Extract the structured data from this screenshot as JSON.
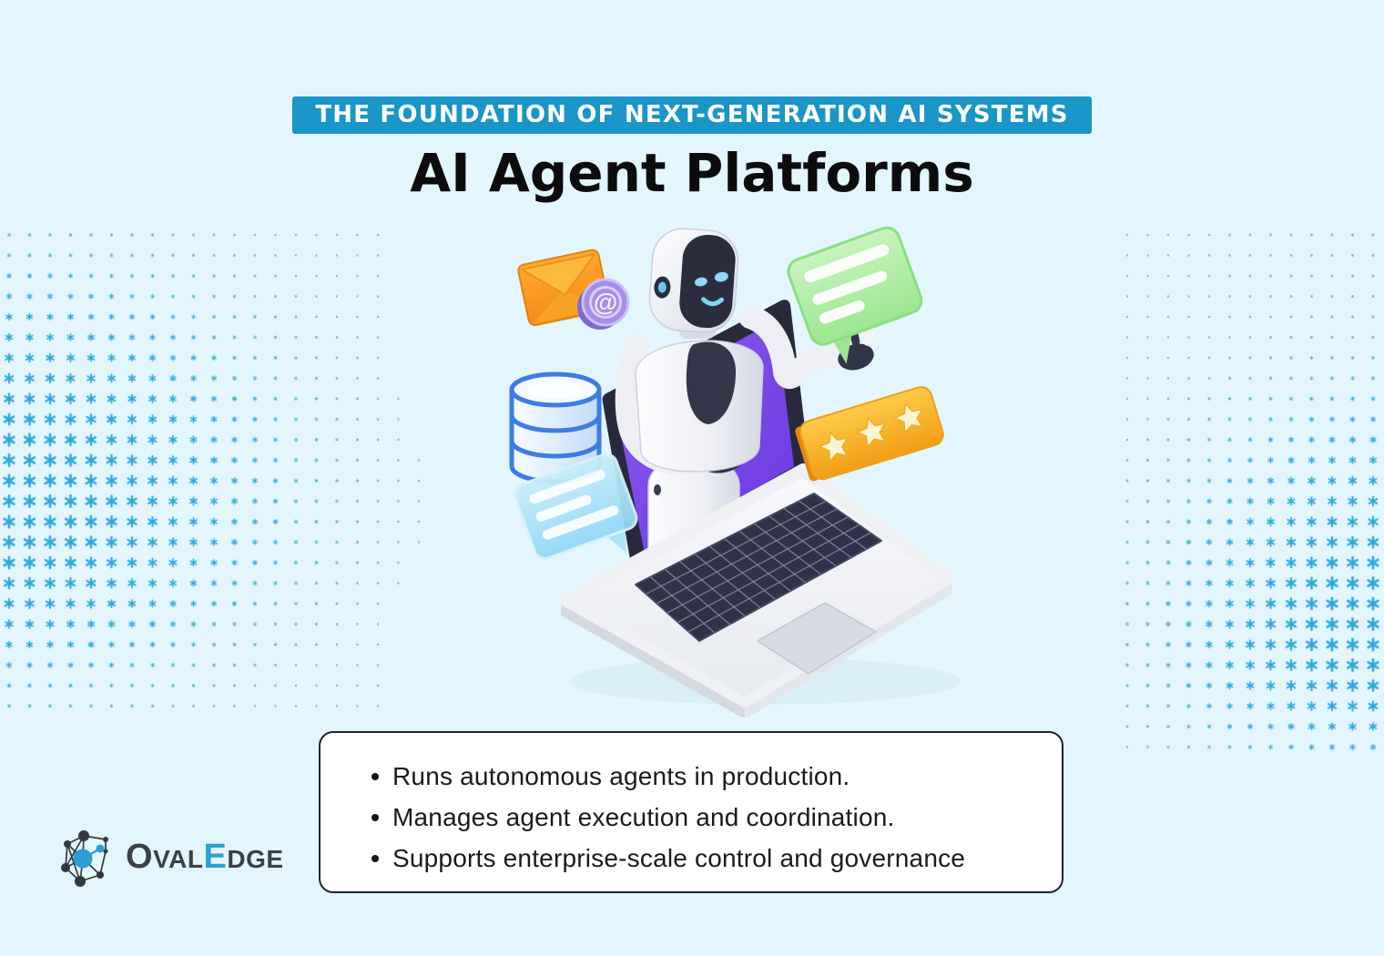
{
  "page": {
    "background_color": "#E4F6FD",
    "pattern_color": "#2BA7DC",
    "pattern_style": "six-point star dot grid, left and right side bands"
  },
  "header": {
    "eyebrow_label": "THE FOUNDATION OF NEXT-GENERATION AI SYSTEMS",
    "eyebrow_bg_color": "#1996C7",
    "eyebrow_text_color": "#FFFFFF",
    "title": "AI Agent Platforms",
    "title_color": "#0C0C0E"
  },
  "illustration": {
    "description": "white robot emerging from laptop screen",
    "at_symbol": "@",
    "icons": [
      "email-icon",
      "at-sign-icon",
      "chat-bubble-green-icon",
      "database-icon",
      "chat-bubble-blue-icon",
      "star-rating-icon",
      "robot-icon",
      "laptop-icon"
    ],
    "star_rating_count": 3,
    "colors": {
      "screen_purple": "#7A4CEC",
      "envelope_orange": "#F8991E",
      "bubble_green": "#A9EA9E",
      "bubble_blue": "#A6E0F7",
      "rating_orange": "#FBB728",
      "database_blue": "#3D7CE3"
    }
  },
  "features": {
    "items": [
      "Runs autonomous agents in production.",
      "Manages agent execution and coordination.",
      "Supports enterprise-scale control and governance"
    ]
  },
  "logo": {
    "brand": "OvalEdge",
    "segments": [
      {
        "text": "O"
      },
      {
        "text": "VAL"
      },
      {
        "text": "E"
      },
      {
        "text": "DGE"
      }
    ],
    "accent_color": "#2D9FD4",
    "text_color": "#3A4047"
  }
}
